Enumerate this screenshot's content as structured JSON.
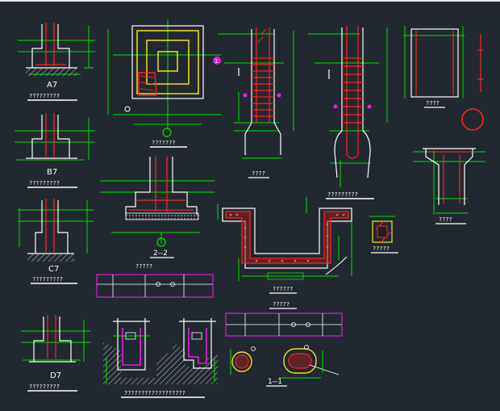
{
  "drawing": {
    "colors": {
      "background": "#212830",
      "outline": "#ffffff",
      "rebar": "#ff2020",
      "dimension": "#00e000",
      "footing": "#f0e020",
      "section": "#d020d0",
      "hatch": "#c8c8c8",
      "axis_tag": "#e020e0"
    },
    "detail_labels": {
      "a7": "A7",
      "b7": "B7",
      "c7": "C7",
      "d7": "D7",
      "section_2_2": "2--2",
      "section_1_1": "1--1"
    },
    "captions": {
      "a7": "?????????",
      "b7": "?????????",
      "c7": "?????????",
      "d7": "?????????",
      "plan": "???????",
      "section_2_2": "?????",
      "column_left": "????",
      "column_right": "?????????",
      "column_short": "????",
      "raft": "??????",
      "raft_sub": "?????",
      "corbel": "?????",
      "pit": "??????????????????"
    },
    "axis_tags": {
      "tag_1": "1"
    }
  }
}
